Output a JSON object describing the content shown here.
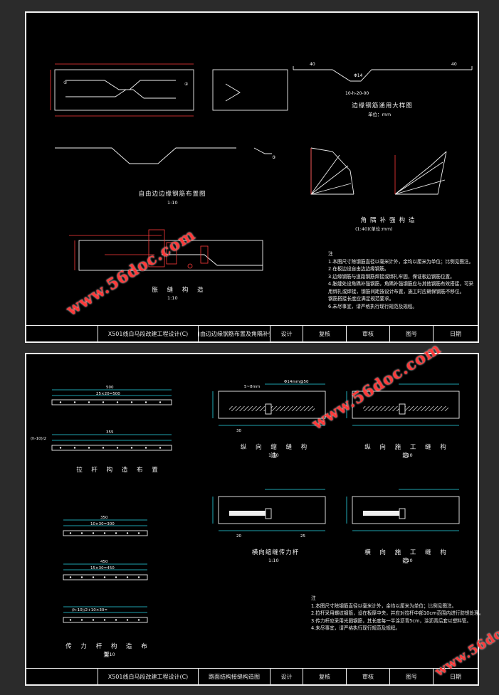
{
  "sheet1": {
    "captions": {
      "steel_detail": "边缘钢筋通用大样图",
      "steel_detail_unit": "单位：mm",
      "free_edge": "自由边边缘钢筋布置图",
      "free_edge_scale": "1:10",
      "corner": "角隅补强构造",
      "corner_note": "(1:40)(单位:mm)",
      "seam": "胀 缝 构 造",
      "seam_scale": "1:10"
    },
    "labels": {
      "dim_40a": "40",
      "dim_40b": "40",
      "mid_dim": "10-h-20-00",
      "steel": "Φ14",
      "marker1": "①",
      "marker2": "②",
      "marker3": "③"
    },
    "notes_title": "注",
    "notes": [
      "1.本图尺寸除钢筋直径以毫米计外，余均以厘米为单位；比例见图注。",
      "2.在板边设自由边边缘钢筋。",
      "3.边缘钢筋与道路钢筋焊接或绑扎牢固，保证板边钢筋位置。",
      "4.胀缝处设角隅补强钢筋，角隅补强钢筋应与其他钢筋有效搭接，可采",
      "   用绑扎或焊接，钢筋间距按设计布置，施工时应确保钢筋不移位。",
      "   钢筋搭接长度应满足规范要求。",
      "6.未尽事宜，请严格执行现行规范及规程。"
    ],
    "title_block": [
      "X501线白马段改建工程设计(C)",
      "自由边边缘钢筋布置及角隅补强",
      "设计",
      "复核",
      "审核",
      "图号",
      "日期"
    ]
  },
  "sheet2": {
    "captions": {
      "tie_bar": "拉 杆 构 造 布 置",
      "long_seam": "纵 向 缩 缝 构 造",
      "long_seam_scale": "1:10",
      "long_work": "纵 向 施 工 缝 构 造",
      "long_work_scale": "1:10",
      "dowel": "横向缩缝传力杆",
      "dowel_scale": "1:10",
      "cross_work": "横 向 施 工 缝 构 造",
      "cross_work_scale": "1:10",
      "dowel_layout": "传 力 杆 构 造 布 置",
      "dowel_layout_scale": "1:10"
    },
    "dims": {
      "bar1_len": "500",
      "bar1_sub": "25×20=500",
      "bar2_len": "355",
      "bar2_sub": "(h-10)/2",
      "bar3_len": "350",
      "bar3_sub": "10×30=300",
      "bar4_len": "450",
      "bar4_sub": "15×30=450",
      "bar5_sub": "(h-10)/2+10×30=",
      "d_30": "30",
      "d_20": "20",
      "d_25": "25",
      "seam_w": "5~8mm",
      "rebar_note": "Φ14mm@50"
    },
    "notes_title": "注",
    "notes": [
      "1.本图尺寸除钢筋直径以毫米计外，余均以厘米为单位；比例见图注。",
      "2.拉杆采用螺纹钢筋，设在板厚中央，并应对拉杆中部10cm范围内进行防锈处理。",
      "3.传力杆应采用光圆钢筋，其长度每一半涂沥青5cm，涂沥青后套以塑料管。",
      "4.未尽事宜，请严格执行现行规范及规程。"
    ],
    "title_block": [
      "X501线白马段改建工程设计(C)",
      "路面结构接缝构造图",
      "设计",
      "复核",
      "审核",
      "图号",
      "日期"
    ]
  },
  "watermark": "www.56doc.com"
}
